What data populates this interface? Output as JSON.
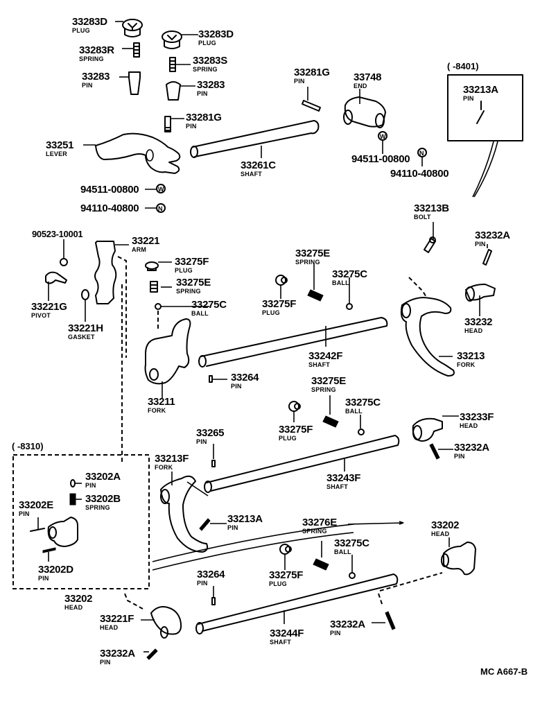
{
  "diagram_code": "MC A667-B",
  "insets": [
    {
      "id": "inset-8401",
      "range_label": "(        -8401)"
    },
    {
      "id": "inset-8310",
      "range_label": "(        -8310)"
    }
  ],
  "parts": [
    {
      "id": "p01",
      "number": "33283D",
      "name": "PLUG"
    },
    {
      "id": "p02",
      "number": "33283R",
      "name": "SPRING"
    },
    {
      "id": "p03",
      "number": "33283",
      "name": "PIN"
    },
    {
      "id": "p04",
      "number": "33283D",
      "name": "PLUG"
    },
    {
      "id": "p05",
      "number": "33283S",
      "name": "SPRING"
    },
    {
      "id": "p06",
      "number": "33283",
      "name": "PIN"
    },
    {
      "id": "p07",
      "number": "33281G",
      "name": "PIN"
    },
    {
      "id": "p08",
      "number": "33251",
      "name": "LEVER"
    },
    {
      "id": "p09",
      "number": "94511-00800",
      "name": ""
    },
    {
      "id": "p10",
      "number": "94110-40800",
      "name": ""
    },
    {
      "id": "p11",
      "number": "33281G",
      "name": "PIN"
    },
    {
      "id": "p12",
      "number": "33261C",
      "name": "SHAFT"
    },
    {
      "id": "p13",
      "number": "33748",
      "name": "END"
    },
    {
      "id": "p14",
      "number": "94511-00800",
      "name": ""
    },
    {
      "id": "p15",
      "number": "94110-40800",
      "name": ""
    },
    {
      "id": "p16",
      "number": "33213A",
      "name": "PIN"
    },
    {
      "id": "p17",
      "number": "33213B",
      "name": "BOLT"
    },
    {
      "id": "p18",
      "number": "33232A",
      "name": "PIN"
    },
    {
      "id": "p19",
      "number": "33232",
      "name": "HEAD"
    },
    {
      "id": "p20",
      "number": "33213",
      "name": "FORK"
    },
    {
      "id": "p21",
      "number": "90523-10001",
      "name": ""
    },
    {
      "id": "p22",
      "number": "33221",
      "name": "ARM"
    },
    {
      "id": "p23",
      "number": "33221G",
      "name": "PIVOT"
    },
    {
      "id": "p24",
      "number": "33221H",
      "name": "GASKET"
    },
    {
      "id": "p25",
      "number": "33275F",
      "name": "PLUG"
    },
    {
      "id": "p26",
      "number": "33275E",
      "name": "SPRING"
    },
    {
      "id": "p27",
      "number": "33275C",
      "name": "BALL"
    },
    {
      "id": "p28",
      "number": "33211",
      "name": "FORK"
    },
    {
      "id": "p29",
      "number": "33264",
      "name": "PIN"
    },
    {
      "id": "p30",
      "number": "33275E",
      "name": "SPRING"
    },
    {
      "id": "p31",
      "number": "33275C",
      "name": "BALL"
    },
    {
      "id": "p32",
      "number": "33275F",
      "name": "PLUG"
    },
    {
      "id": "p33",
      "number": "33242F",
      "name": "SHAFT"
    },
    {
      "id": "p34",
      "number": "33275E",
      "name": "SPRING"
    },
    {
      "id": "p35",
      "number": "33275C",
      "name": "BALL"
    },
    {
      "id": "p36",
      "number": "33275F",
      "name": "PLUG"
    },
    {
      "id": "p37",
      "number": "33265",
      "name": "PIN"
    },
    {
      "id": "p38",
      "number": "33243F",
      "name": "SHAFT"
    },
    {
      "id": "p39",
      "number": "33233F",
      "name": "HEAD"
    },
    {
      "id": "p40",
      "number": "33232A",
      "name": "PIN"
    },
    {
      "id": "p41",
      "number": "33213F",
      "name": "FORK"
    },
    {
      "id": "p42",
      "number": "33213A",
      "name": "PIN"
    },
    {
      "id": "p43",
      "number": "33202A",
      "name": "PIN"
    },
    {
      "id": "p44",
      "number": "33202B",
      "name": "SPRING"
    },
    {
      "id": "p45",
      "number": "33202E",
      "name": "PIN"
    },
    {
      "id": "p46",
      "number": "33202D",
      "name": "PIN"
    },
    {
      "id": "p47",
      "number": "33202",
      "name": "HEAD"
    },
    {
      "id": "p48",
      "number": "33276E",
      "name": "SPRING"
    },
    {
      "id": "p49",
      "number": "33275C",
      "name": "BALL"
    },
    {
      "id": "p50",
      "number": "33202",
      "name": "HEAD"
    },
    {
      "id": "p51",
      "number": "33264",
      "name": "PIN"
    },
    {
      "id": "p52",
      "number": "33275F",
      "name": "PLUG"
    },
    {
      "id": "p53",
      "number": "33221F",
      "name": "HEAD"
    },
    {
      "id": "p54",
      "number": "33244F",
      "name": "SHAFT"
    },
    {
      "id": "p55",
      "number": "33232A",
      "name": "PIN"
    },
    {
      "id": "p56",
      "number": "33232A",
      "name": "PIN"
    }
  ]
}
